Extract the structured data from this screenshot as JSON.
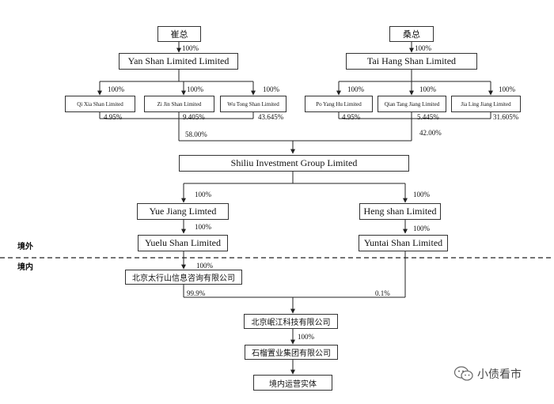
{
  "persons": {
    "cui": "崔总",
    "sang": "桑总"
  },
  "entities": {
    "yan_shan": "Yan Shan Limited Limited",
    "tai_hang": "Tai Hang Shan Limited",
    "qi_xia": "Qi Xia Shan Limited",
    "zi_jin": "Zi Jin Shan Limited",
    "wu_tong": "Wu Tong Shan Limited",
    "po_yang": "Po Yang Hu Limited",
    "qian_tang": "Qian Tang Jiang Limited",
    "jia_ling": "Jia Ling Jiang Limited",
    "shiliu": "Shiliu Investment Group Limited",
    "yue_jiang": "Yue Jiang Limted",
    "heng_shan": "Heng shan Limited",
    "yuelu": "Yuelu Shan Limited",
    "yuntai": "Yuntai Shan Limited",
    "taihangshan_bj": "北京太行山信息咨询有限公司",
    "minjiang_bj": "北京岷江科技有限公司",
    "shiliu_zhiye": "石榴置业集团有限公司",
    "domestic_entity": "境内运营实体"
  },
  "percentages": {
    "cui_yan": "100%",
    "sang_tai": "100%",
    "yan_qixia": "100%",
    "yan_zijin": "100%",
    "yan_wutong": "100%",
    "tai_poyang": "100%",
    "tai_qiantang": "100%",
    "tai_jialing": "100%",
    "qixia": "4.95%",
    "zijin": "9.405%",
    "wutong": "43.645%",
    "poyang": "4.95%",
    "qiantang": "5.445%",
    "jialing": "31.605%",
    "left_total": "58.00%",
    "right_total": "42.00%",
    "shiliu_yuejiang": "100%",
    "shiliu_hengshan": "100%",
    "yuejiang_yuelu": "100%",
    "hengshan_yuntai": "100%",
    "yuelu_bj": "100%",
    "bj_minjiang": "99.9%",
    "yuntai_minjiang": "0.1%",
    "minjiang_shiliuzhiye": "100%"
  },
  "regions": {
    "offshore": "境外",
    "onshore": "境内"
  },
  "watermark": {
    "text": "小债看市"
  }
}
